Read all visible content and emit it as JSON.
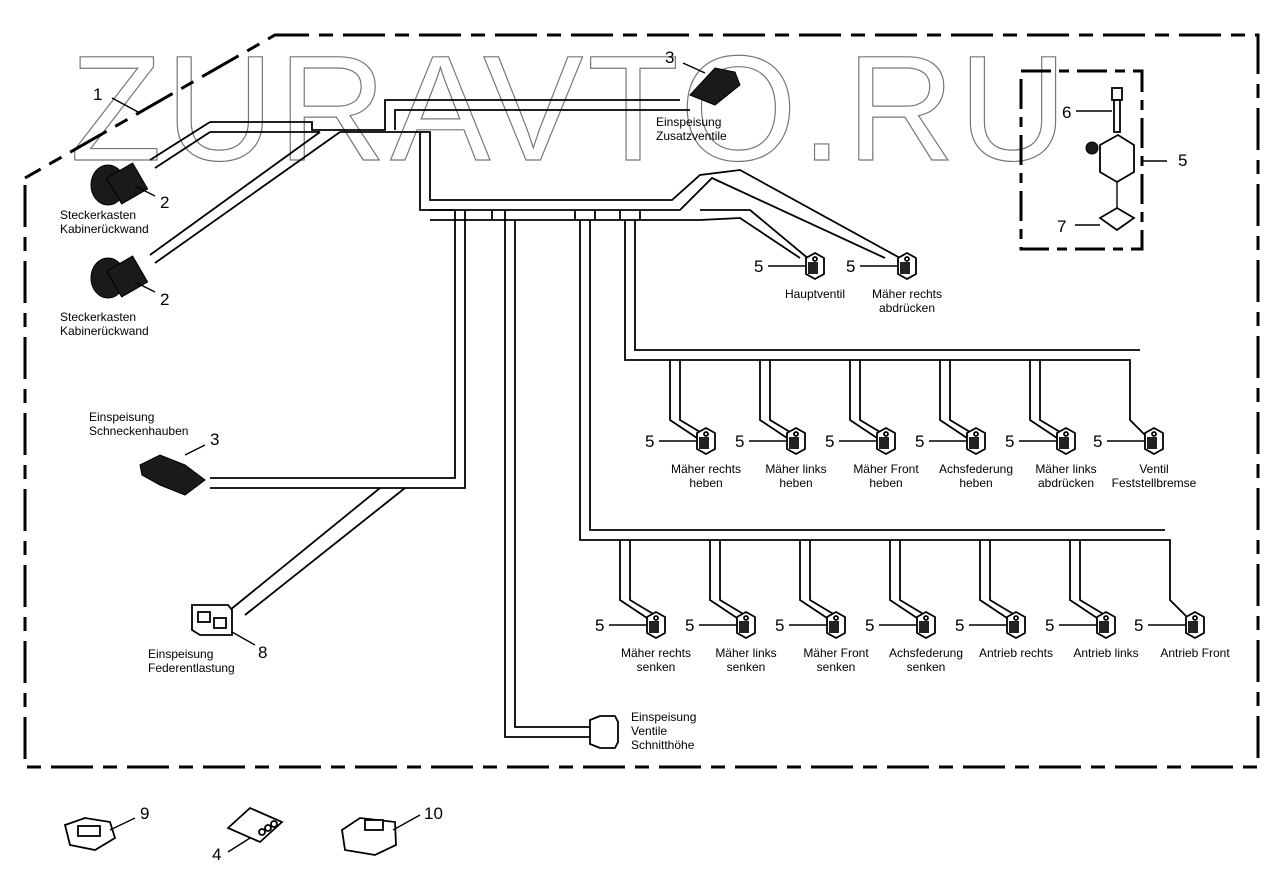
{
  "watermark": "ZURAVTO.RU",
  "callouts": {
    "harness": "1",
    "round_connector": "2",
    "feed_connector": "3",
    "plug_4pin": "4",
    "valve_connector": "5",
    "screw": "6",
    "seal": "7",
    "feed_box_connector": "8",
    "connector_9": "9",
    "connector_10": "10"
  },
  "labels": {
    "steckerkasten_1": [
      "Steckerkasten",
      "Kabinerückwand"
    ],
    "steckerkasten_2": [
      "Steckerkasten",
      "Kabinerückwand"
    ],
    "zusatzventile": [
      "Einspeisung",
      "Zusatzventile"
    ],
    "schneckenhauben": [
      "Einspeisung",
      "Schneckenhauben"
    ],
    "federentlastung": [
      "Einspeisung",
      "Federentlastung"
    ],
    "schnitthoehe": [
      "Einspeisung",
      "Ventile",
      "Schnitthöhe"
    ]
  },
  "valves_top": [
    {
      "callout": "5",
      "label": [
        "Hauptventil"
      ]
    },
    {
      "callout": "5",
      "label": [
        "Mäher rechts",
        "abdrücken"
      ]
    }
  ],
  "valves_row1": [
    {
      "callout": "5",
      "label": [
        "Mäher rechts",
        "heben"
      ]
    },
    {
      "callout": "5",
      "label": [
        "Mäher links",
        "heben"
      ]
    },
    {
      "callout": "5",
      "label": [
        "Mäher Front",
        "heben"
      ]
    },
    {
      "callout": "5",
      "label": [
        "Achsfederung",
        "heben"
      ]
    },
    {
      "callout": "5",
      "label": [
        "Mäher links",
        "abdrücken"
      ]
    },
    {
      "callout": "5",
      "label": [
        "Ventil",
        "Feststellbremse"
      ]
    }
  ],
  "valves_row2": [
    {
      "callout": "5",
      "label": [
        "Mäher rechts",
        "senken"
      ]
    },
    {
      "callout": "5",
      "label": [
        "Mäher links",
        "senken"
      ]
    },
    {
      "callout": "5",
      "label": [
        "Mäher Front",
        "senken"
      ]
    },
    {
      "callout": "5",
      "label": [
        "Achsfederung",
        "senken"
      ]
    },
    {
      "callout": "5",
      "label": [
        "Antrieb rechts"
      ]
    },
    {
      "callout": "5",
      "label": [
        "Antrieb links"
      ]
    },
    {
      "callout": "5",
      "label": [
        "Antrieb Front"
      ]
    }
  ]
}
